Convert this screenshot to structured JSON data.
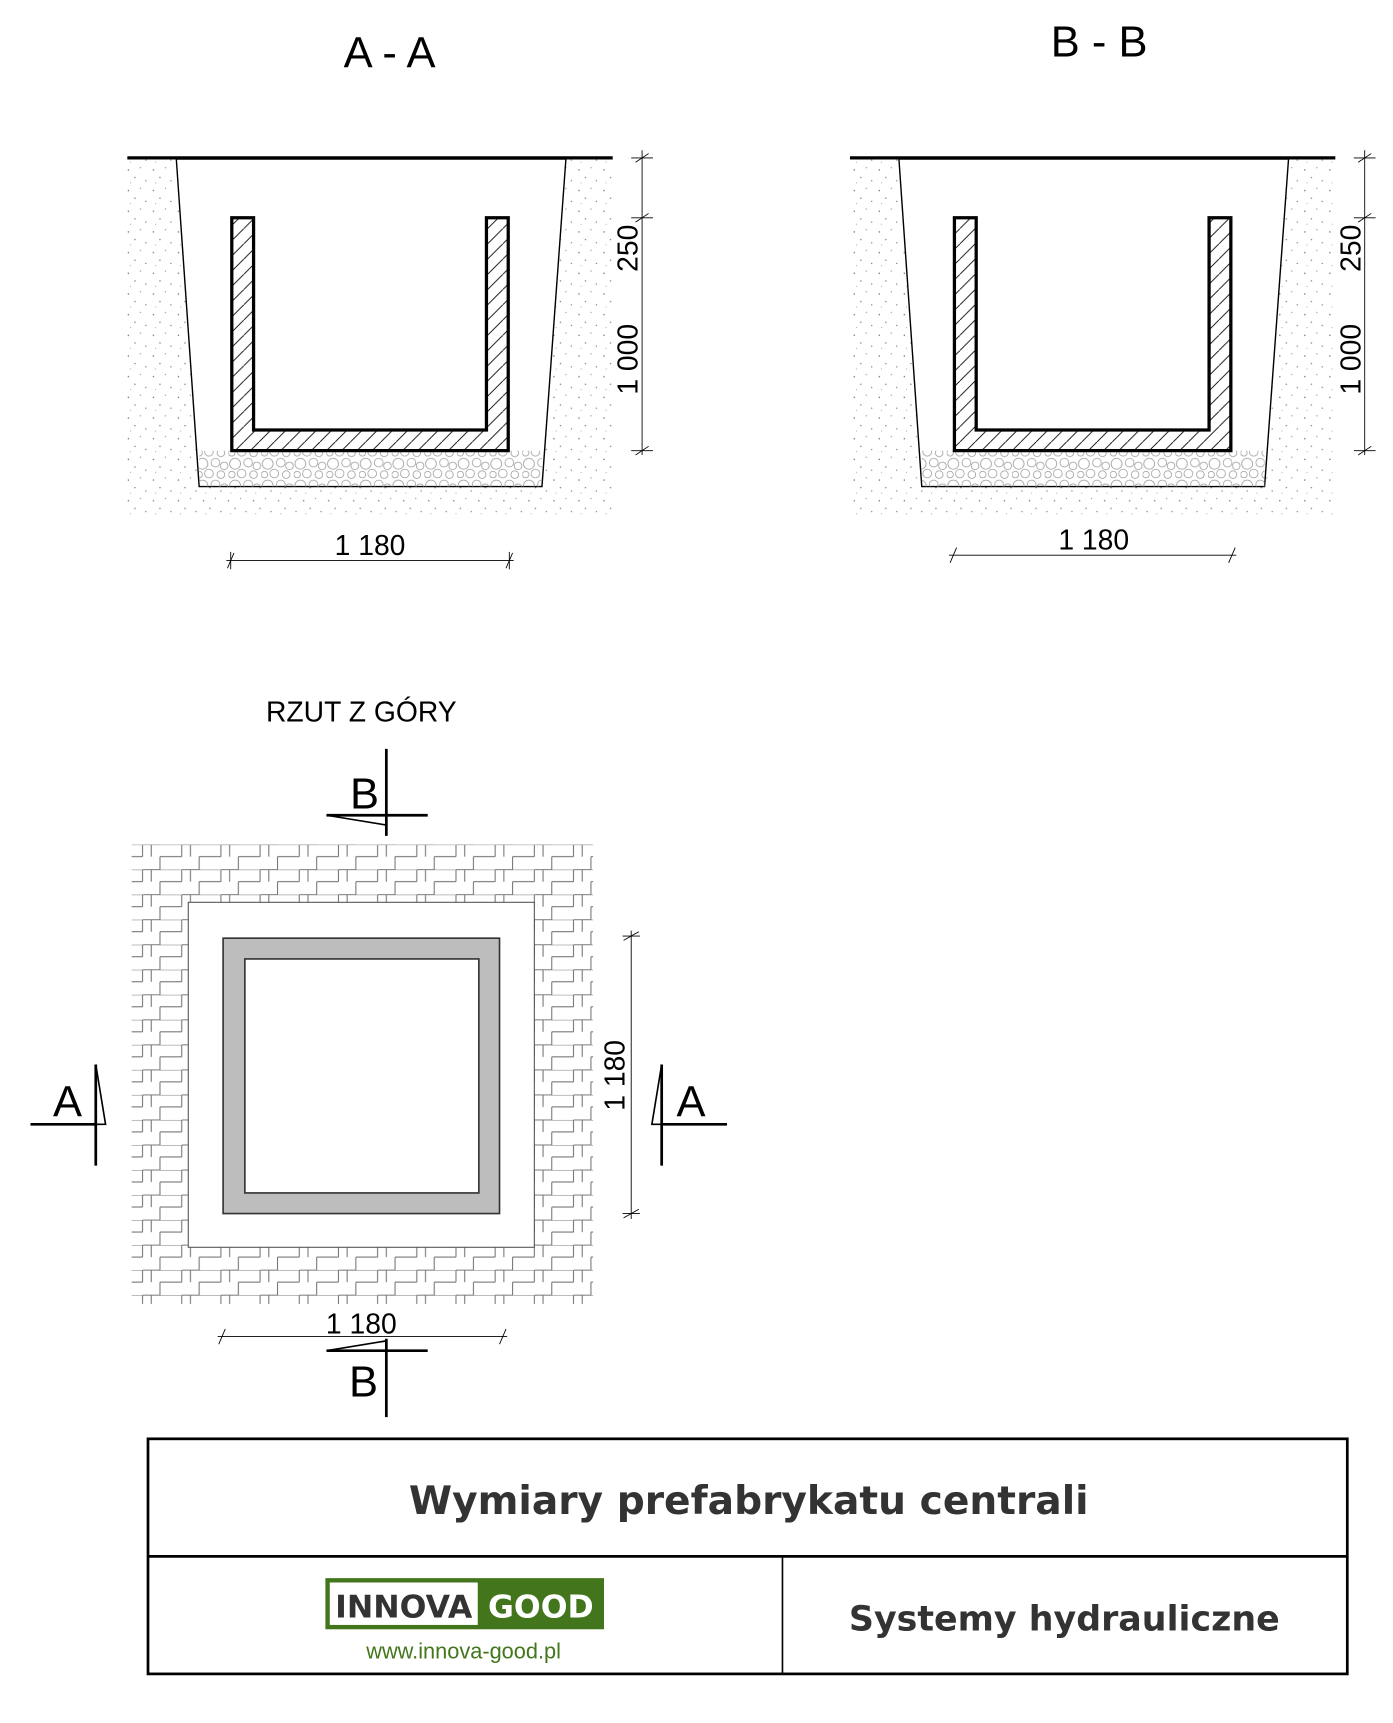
{
  "sections": {
    "aa": {
      "title": "A - A",
      "dim_top": "250",
      "dim_height": "1 000",
      "dim_width": "1 180"
    },
    "bb": {
      "title": "B - B",
      "dim_top": "250",
      "dim_height": "1 000",
      "dim_width": "1 180"
    }
  },
  "plan": {
    "title": "RZUT Z GÓRY",
    "dim_vertical": "1 180",
    "dim_horizontal": "1 180",
    "markers": {
      "b_top": "B",
      "b_bottom": "B",
      "a_left": "A",
      "a_right": "A"
    }
  },
  "title_block": {
    "title": "Wymiary prefabrykatu centrali",
    "logo_left": "INNOVA",
    "logo_right": "GOOD",
    "url": "www.innova-good.pl",
    "subtitle": "Systemy hydrauliczne"
  },
  "colors": {
    "brand_green": "#43761c",
    "concrete_gray": "#bdbdbd",
    "text_dark": "#333333"
  }
}
